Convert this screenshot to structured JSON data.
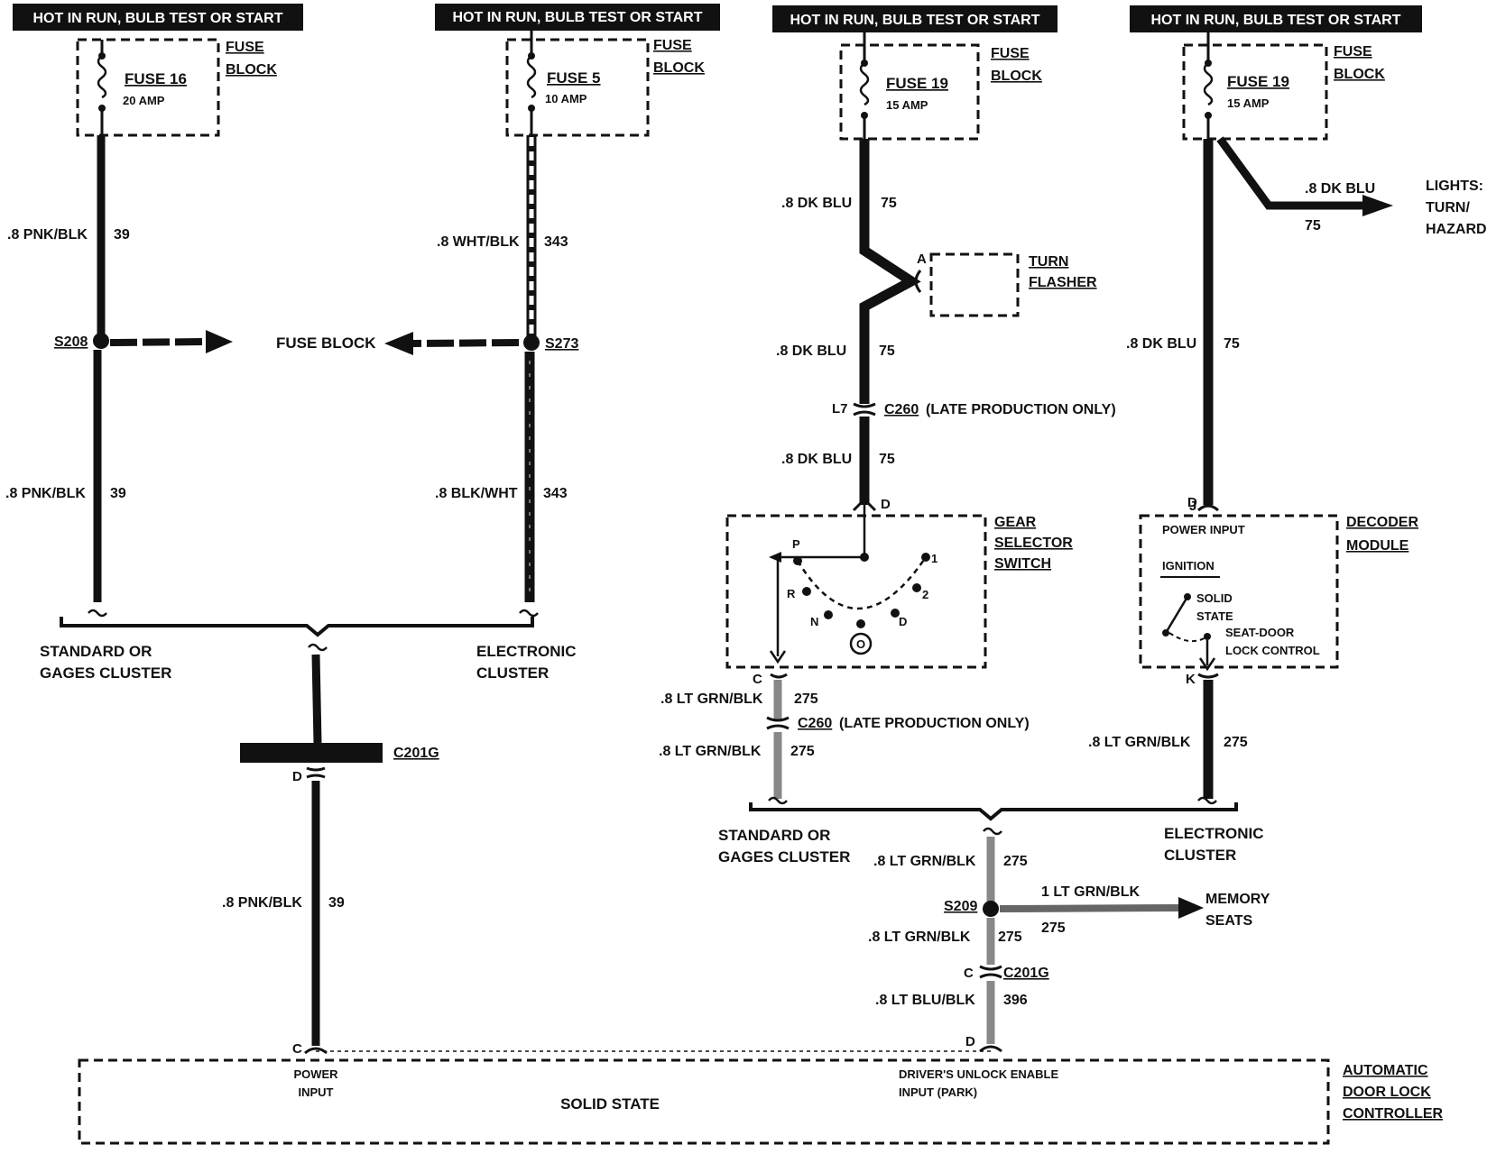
{
  "power_bar": "HOT IN RUN, BULB TEST OR START",
  "fuse_block": "FUSE BLOCK",
  "fuse_block_lines": [
    "FUSE",
    "BLOCK"
  ],
  "fuses": {
    "f16": {
      "name": "FUSE 16",
      "rating": "20 AMP"
    },
    "f5": {
      "name": "FUSE 5",
      "rating": "10 AMP"
    },
    "f19a": {
      "name": "FUSE 19",
      "rating": "15 AMP"
    },
    "f19b": {
      "name": "FUSE 19",
      "rating": "15 AMP"
    }
  },
  "wires": {
    "pnk_blk": ".8 PNK/BLK",
    "c39": "39",
    "wht_blk": ".8 WHT/BLK",
    "c343": "343",
    "blk_wht": ".8 BLK/WHT",
    "dk_blu_a": ".8 DK BLU",
    "dk_blu_b": ".8 DK  BLU",
    "c75": "75",
    "lt_grn_blk": ".8 LT GRN/BLK",
    "lt_grn_blk_1": "1 LT GRN/BLK",
    "c275": "275",
    "lt_blu_blk": ".8 LT BLU/BLK",
    "c396": "396"
  },
  "splices": {
    "s208": "S208",
    "s273": "S273",
    "s209": "S209"
  },
  "connectors": {
    "c260": "C260",
    "late_prod": "(LATE PRODUCTION ONLY)",
    "c201g": "C201G",
    "l7": "L7"
  },
  "pins": {
    "A": "A",
    "C": "C",
    "D": "D",
    "J": "J",
    "K": "K"
  },
  "turn_flasher": [
    "TURN",
    "FLASHER"
  ],
  "gear_selector": [
    "GEAR",
    "SELECTOR",
    "SWITCH"
  ],
  "gear_positions": {
    "p": "P",
    "r": "R",
    "n": "N",
    "o": "O",
    "d": "D",
    "two": "2",
    "one": "1"
  },
  "decoder": {
    "title": [
      "DECODER",
      "MODULE"
    ],
    "power_input": "POWER  INPUT",
    "ignition": "IGNITION",
    "solid_state": [
      "SOLID",
      "STATE"
    ],
    "seat_door": [
      "SEAT-DOOR",
      "LOCK CONTROL"
    ]
  },
  "lights": [
    "LIGHTS:",
    "TURN/",
    "HAZARD"
  ],
  "clusters": {
    "standard": [
      "STANDARD OR",
      "GAGES CLUSTER"
    ],
    "electronic": [
      "ELECTRONIC",
      "CLUSTER"
    ]
  },
  "memory_seats": [
    "MEMORY",
    "SEATS"
  ],
  "controller": {
    "title": [
      "AUTOMATIC",
      "DOOR LOCK",
      "CONTROLLER"
    ],
    "power_input": [
      "POWER",
      "INPUT"
    ],
    "solid_state": "SOLID STATE",
    "unlock_enable": [
      "DRIVER'S UNLOCK ENABLE",
      "INPUT (PARK)"
    ]
  },
  "colors": {
    "wire": "#111111",
    "bar_bg": "#111111",
    "bar_text": "#ffffff"
  }
}
